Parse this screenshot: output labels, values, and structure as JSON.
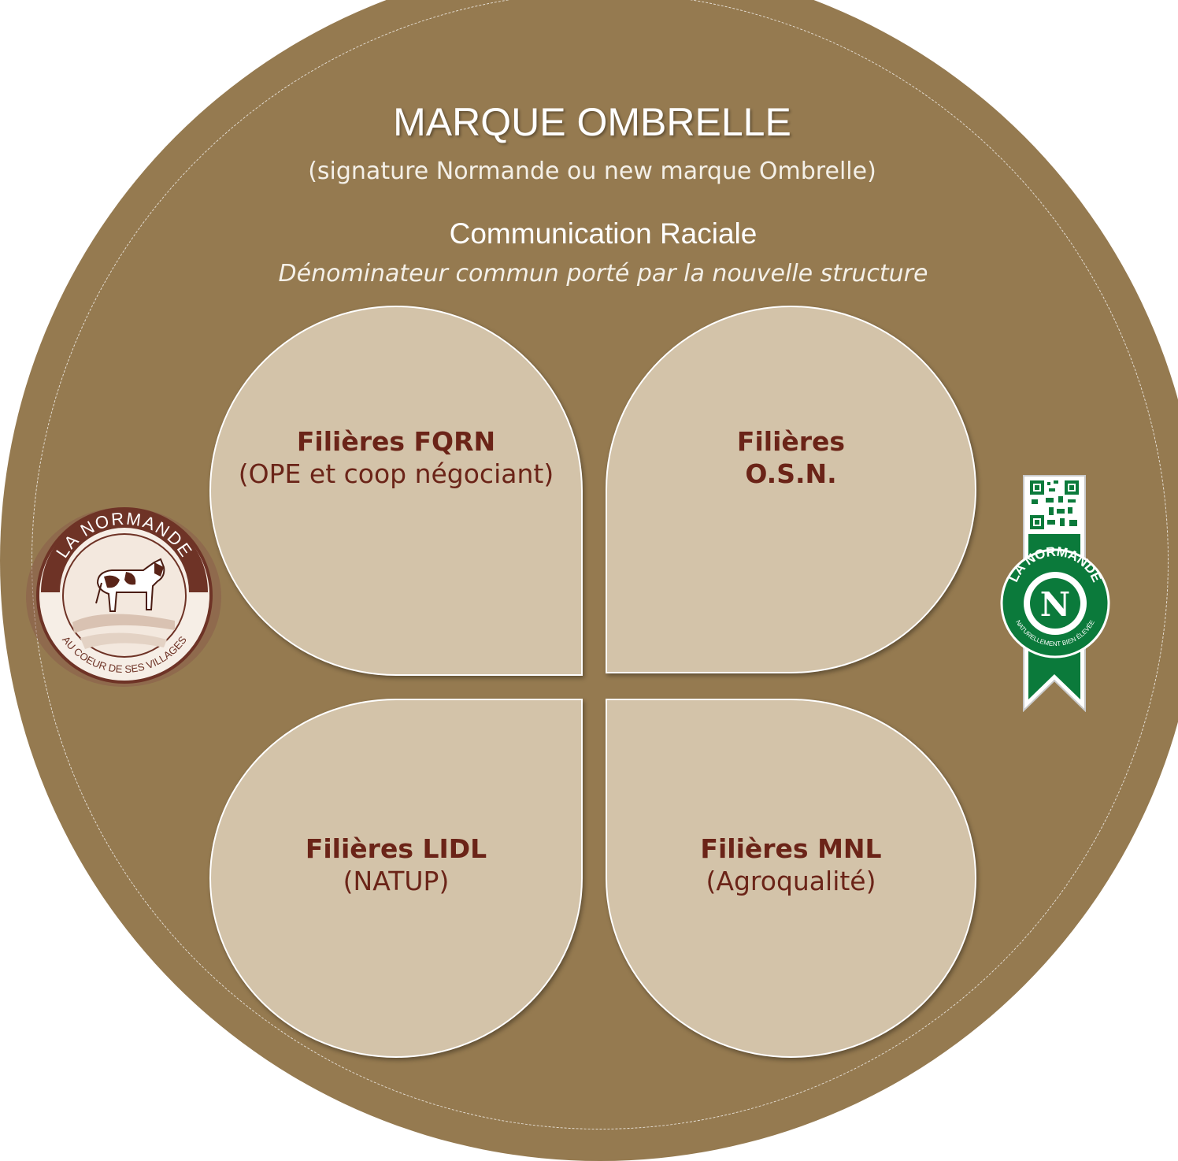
{
  "header": {
    "title": "MARQUE OMBRELLE",
    "subtitle": "(signature Normande ou new marque Ombrelle)",
    "section_title": "Communication Raciale",
    "section_subtitle": "Dénominateur commun porté par la nouvelle structure"
  },
  "petals": {
    "top_left": {
      "title": "Filières FQRN",
      "detail": "(OPE et coop négociant)"
    },
    "top_right": {
      "title_line1": "Filières",
      "title_line2": "O.S.N."
    },
    "bottom_left": {
      "title": "Filières LIDL",
      "detail": "(NATUP)"
    },
    "bottom_right": {
      "title": "Filières MNL",
      "detail": "(Agroqualité)"
    }
  },
  "logos": {
    "left": {
      "top_text": "LA NORMANDE",
      "bottom_text": "AU COEUR DE SES VILLAGES"
    },
    "right": {
      "ring_top": "LA NORMANDE",
      "ring_bottom": "NATURELLEMENT BIEN ÉLEVÉE",
      "letter": "N"
    }
  },
  "colors": {
    "background_circle": "#957a50",
    "petal_fill": "#d3c3a9",
    "petal_text": "#6b2418",
    "logo_brown": "#6e3326",
    "label_green": "#0b7a3b"
  }
}
